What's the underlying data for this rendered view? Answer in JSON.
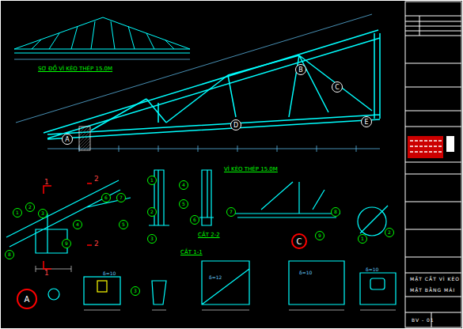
{
  "diagram": {
    "nodes": [
      {
        "text": [
          "A"
        ]
      },
      {
        "text": [
          "B"
        ]
      },
      {
        "text": [
          "C"
        ]
      },
      {
        "text": [
          "D"
        ]
      },
      {
        "text": [
          "E"
        ]
      },
      {
        "text": [
          "A"
        ]
      },
      {
        "text": [
          "C"
        ]
      }
    ],
    "labels": [
      "SƠ ĐỒ VÌ KÈO THÉP 15.0M",
      "VÌ KÈO THÉP 15.0M",
      "CẮT 1-1",
      "CẮT 2-2",
      "1",
      "1",
      "2",
      "2",
      "MẶT CẮT VÌ KÈO",
      "MẶT BẰNG MÁI",
      "BV - 01",
      "1",
      "2",
      "3",
      "4",
      "5",
      "6",
      "7",
      "8",
      "9",
      "1",
      "2",
      "3",
      "4",
      "5",
      "6",
      "7",
      "8",
      "9",
      "1",
      "2",
      "3",
      "δ=10",
      "δ=12",
      "δ=10",
      "δ=10"
    ]
  }
}
